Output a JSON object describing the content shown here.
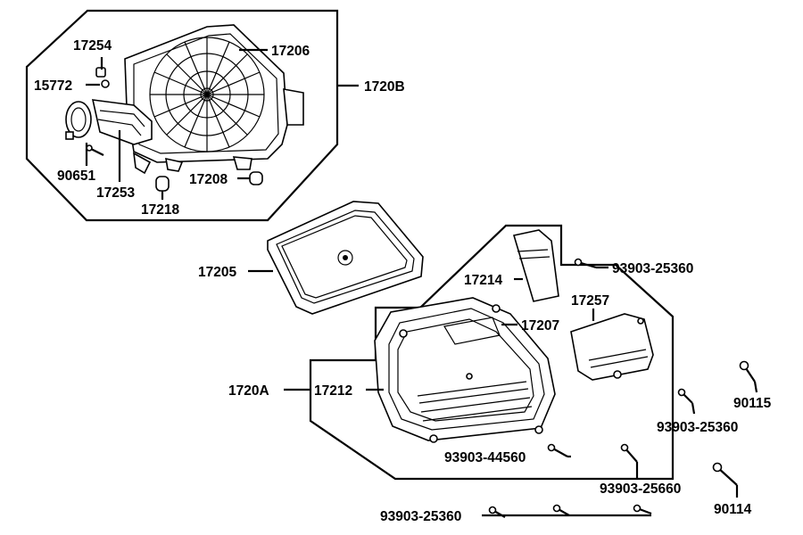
{
  "labels": {
    "p17254": "17254",
    "p17206": "17206",
    "p15772": "15772",
    "p1720B": "1720B",
    "p90651": "90651",
    "p17253": "17253",
    "p17208": "17208",
    "p17218": "17218",
    "p17205": "17205",
    "p17214": "17214",
    "p93903_25360_a": "93903-25360",
    "p17257": "17257",
    "p17207": "17207",
    "p1720A": "1720A",
    "p17212": "17212",
    "p90115": "90115",
    "p93903_25360_b": "93903-25360",
    "p93903_44560": "93903-44560",
    "p93903_25660": "93903-25660",
    "p90114": "90114",
    "p93903_25360_c": "93903-25360"
  }
}
